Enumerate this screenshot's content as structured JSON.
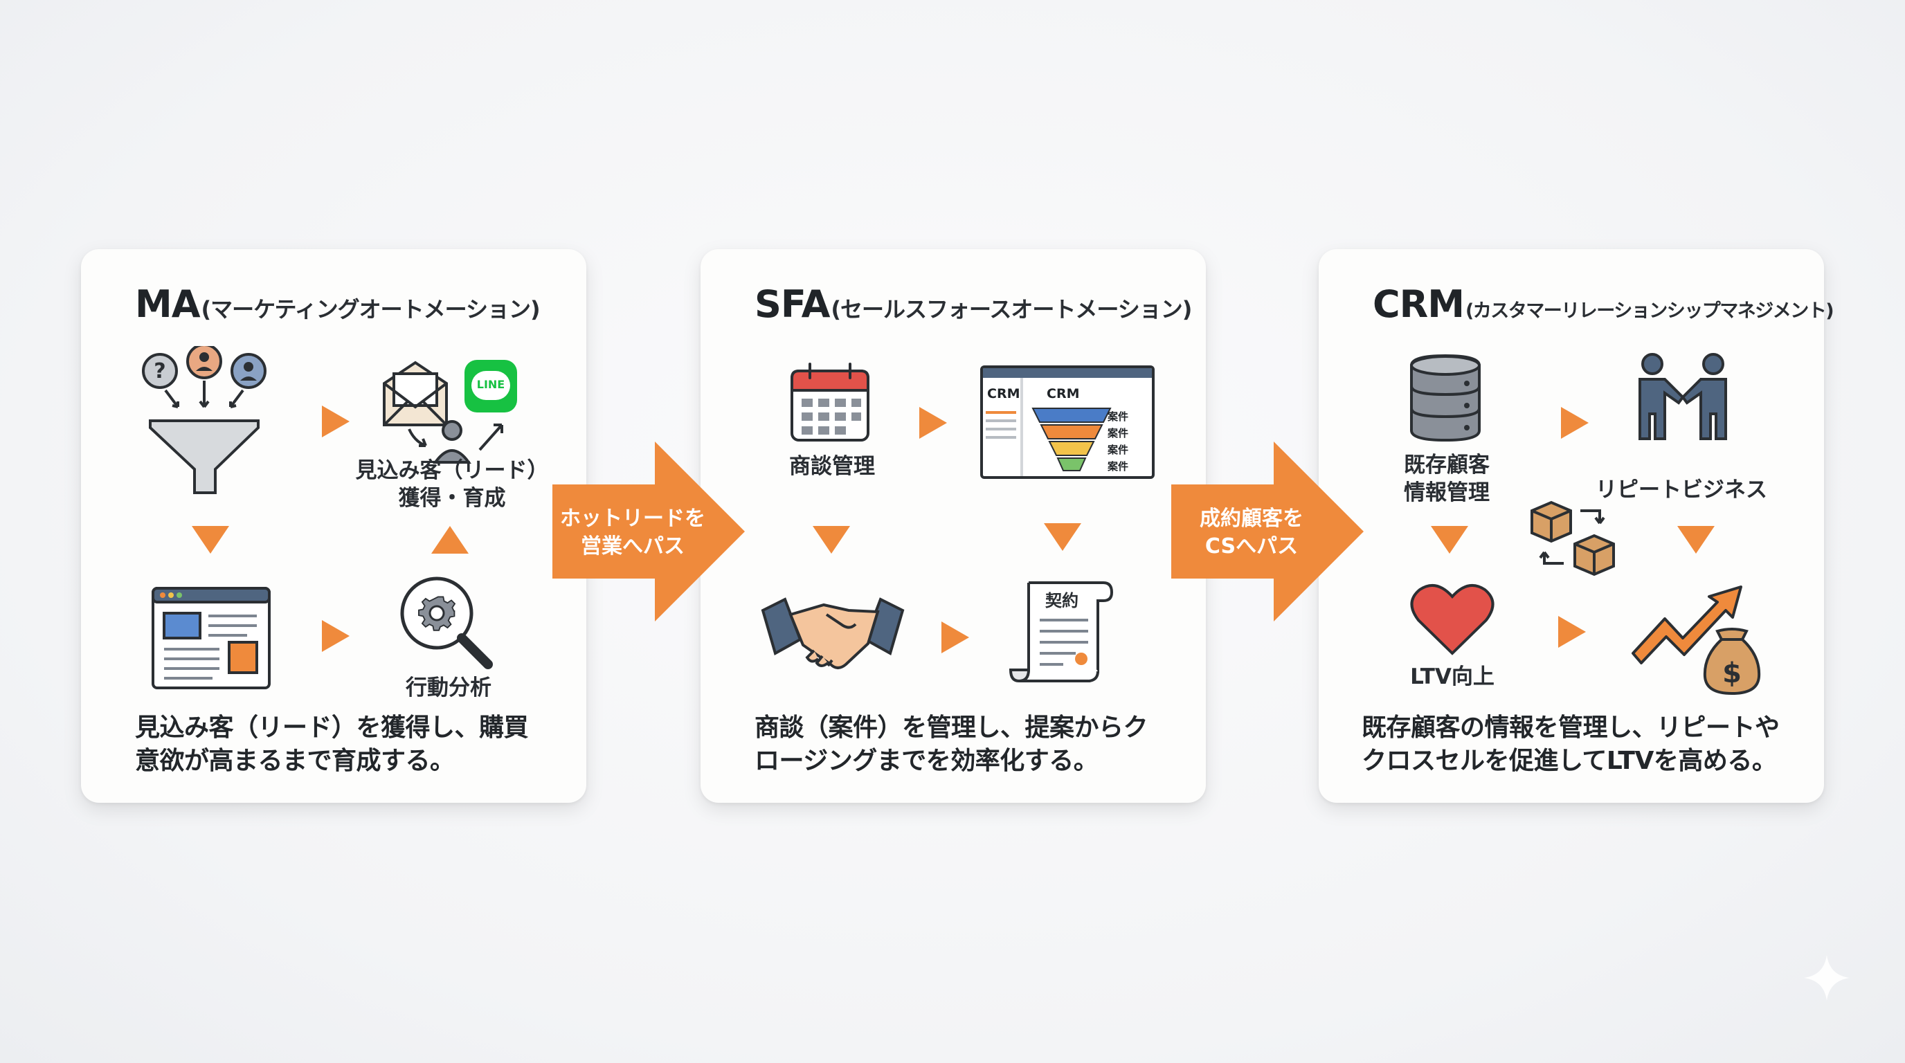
{
  "accent_color": "#ef8a3c",
  "cards": {
    "ma": {
      "abbr": "MA",
      "subtitle": "(マーケティングオートメーション)",
      "steps": {
        "lead_acquire_line1": "見込み客（リード）",
        "lead_acquire_line2": "獲得・育成",
        "behavior": "行動分析"
      },
      "line_badge": "LINE",
      "desc_line1": "見込み客（リード）を獲得し、購買",
      "desc_line2": "意欲が高まるまで育成する。"
    },
    "sfa": {
      "abbr": "SFA",
      "subtitle": "(セールスフォースオートメーション)",
      "steps": {
        "deal_mgmt": "商談管理",
        "contract": "契約"
      },
      "crm_screen": {
        "side_title": "CRM",
        "main_title": "CRM",
        "funnel_labels": [
          "案件",
          "案件",
          "案件",
          "案件"
        ]
      },
      "desc_line1": "商談（案件）を管理し、提案からク",
      "desc_line2": "ロージングまでを効率化する。"
    },
    "crm": {
      "abbr": "CRM",
      "subtitle": "(カスタマーリレーションシップマネジメント)",
      "steps": {
        "customer_info_line1": "既存顧客",
        "customer_info_line2": "情報管理",
        "repeat_business": "リピートビジネス",
        "ltv_up": "LTV向上"
      },
      "desc_line1": "既存顧客の情報を管理し、リピートや",
      "desc_line2": "クロスセルを促進してLTVを高める。"
    }
  },
  "handoffs": [
    {
      "line1": "ホットリードを",
      "line2": "営業へパス"
    },
    {
      "line1": "成約顧客を",
      "line2": "CSへパス"
    }
  ],
  "icons": [
    "question-person-icon",
    "funnel-icon",
    "envelope-icon",
    "line-app-icon",
    "webpage-icon",
    "gear-magnifier-icon",
    "calendar-icon",
    "crm-dashboard-icon",
    "handshake-icon",
    "contract-scroll-icon",
    "database-icon",
    "business-partners-icon",
    "boxes-exchange-icon",
    "heart-icon",
    "growth-chart-icon",
    "money-bag-icon",
    "sparkle-icon"
  ]
}
